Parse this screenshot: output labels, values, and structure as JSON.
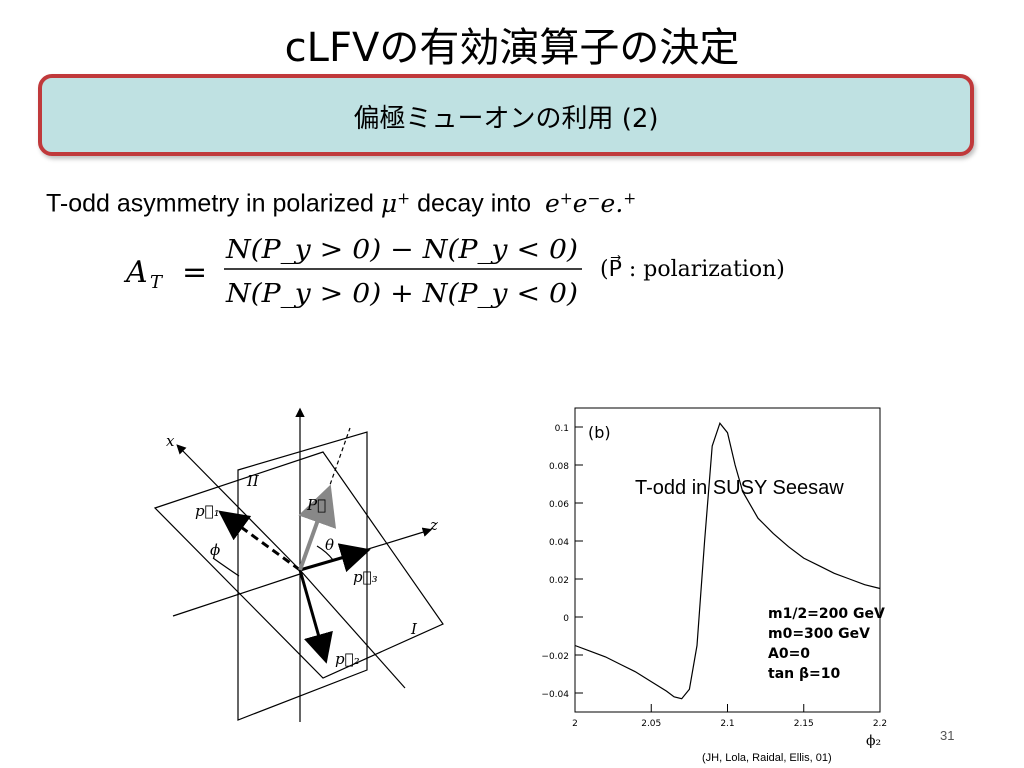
{
  "slide": {
    "title": "cLFVの有効演算子の決定",
    "banner": "偏極ミューオンの利用 (2)",
    "number": "31",
    "citation": "(JH, Lola, Raidal, Ellis, 01)"
  },
  "text": {
    "prefix": "T-odd asymmetry  in polarized ",
    "muon": "μ",
    "plus": "+",
    "decay": " decay into ",
    "e": "e",
    "minus": "−",
    "end": "."
  },
  "formula": {
    "lhs": "A",
    "lhs_sub": "T",
    "equals": "=",
    "numerator": "N(P_y > 0) − N(P_y < 0)",
    "denominator": "N(P_y > 0) + N(P_y < 0)",
    "note": "(P⃗ : polarization)"
  },
  "diagram": {
    "labels": {
      "x": "x",
      "z": "z",
      "plane2": "II",
      "plane1": "I",
      "p1": "p⃗₁",
      "p2": "p⃗₂",
      "p3": "p⃗₃",
      "P": "P⃗",
      "phi": "ϕ",
      "theta": "θ"
    }
  },
  "chart_data": {
    "type": "line",
    "panel_label": "(b)",
    "annotation": "T-odd in SUSY Seesaw",
    "xlabel": "ϕ₂",
    "xlim": [
      2.0,
      2.2
    ],
    "ylim": [
      -0.05,
      0.11
    ],
    "xticks": [
      "2",
      "2.05",
      "2.1",
      "2.15",
      "2.2"
    ],
    "yticks": [
      "0.1",
      "0.08",
      "0.06",
      "0.04",
      "0.02",
      "0",
      "−0.02",
      "−0.04"
    ],
    "legend": [
      "m1/2=200 GeV",
      "m0=300 GeV",
      "A0=0",
      "tan β=10"
    ],
    "series": [
      {
        "x": [
          2.0,
          2.01,
          2.02,
          2.03,
          2.04,
          2.05,
          2.06,
          2.065,
          2.07,
          2.075,
          2.08,
          2.085,
          2.09,
          2.095,
          2.1,
          2.105,
          2.11,
          2.12,
          2.13,
          2.14,
          2.15,
          2.16,
          2.17,
          2.18,
          2.19,
          2.2
        ],
        "y": [
          -0.015,
          -0.018,
          -0.021,
          -0.025,
          -0.029,
          -0.034,
          -0.039,
          -0.042,
          -0.043,
          -0.038,
          -0.015,
          0.04,
          0.09,
          0.102,
          0.097,
          0.08,
          0.066,
          0.052,
          0.044,
          0.037,
          0.031,
          0.027,
          0.023,
          0.02,
          0.017,
          0.015
        ]
      }
    ]
  }
}
